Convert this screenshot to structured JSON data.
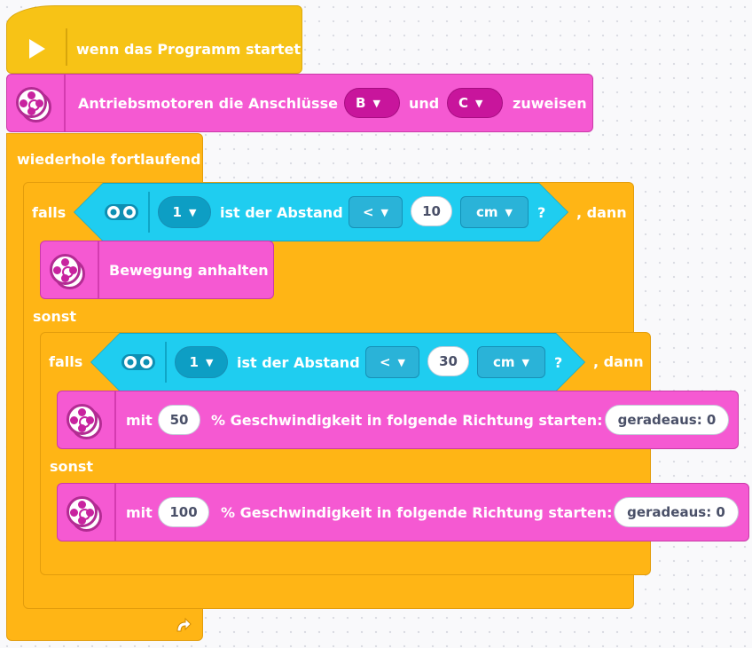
{
  "hat": {
    "label": "wenn das Programm startet"
  },
  "motor_assign": {
    "label": "Antriebsmotoren die Anschlüsse",
    "port_left": "B",
    "connector": "und",
    "port_right": "C",
    "suffix": "zuweisen"
  },
  "loop": {
    "label": "wiederhole fortlaufend"
  },
  "outer_if": {
    "if_label": "falls",
    "then_label": ", dann",
    "else_label": "sonst",
    "condition": {
      "port": "1",
      "text": "ist der Abstand",
      "operator": "<",
      "value": "10",
      "unit": "cm",
      "question": "?"
    },
    "then_block": {
      "label": "Bewegung anhalten"
    }
  },
  "inner_if": {
    "if_label": "falls",
    "then_label": ", dann",
    "else_label": "sonst",
    "condition": {
      "port": "1",
      "text": "ist der Abstand",
      "operator": "<",
      "value": "30",
      "unit": "cm",
      "question": "?"
    },
    "then_block": {
      "prefix": "mit",
      "speed": "50",
      "text": "% Geschwindigkeit in folgende Richtung starten:",
      "direction": "geradeaus: 0"
    },
    "else_block": {
      "prefix": "mit",
      "speed": "100",
      "text": "% Geschwindigkeit in folgende Richtung starten:",
      "direction": "geradeaus: 0"
    }
  },
  "icons": {
    "play": "play-icon",
    "motor": "motor-pair-icon",
    "sensor": "distance-sensor-icon",
    "loop_arrow": "loop-arrow-icon",
    "caret": "chevron-down-icon"
  },
  "colors": {
    "hat": "#f7c316",
    "control": "#ffb515",
    "motor": "#f559d2",
    "sensor": "#1fcdf0",
    "dropdown_magenta": "#c8159c"
  }
}
